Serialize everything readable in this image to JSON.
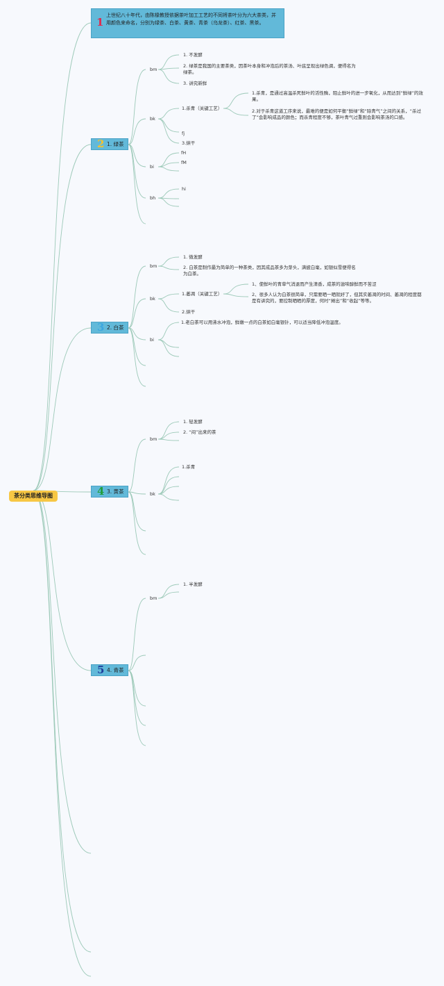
{
  "root": "茶分类思维导图",
  "intro": {
    "number": "1",
    "number_color": "#e0294d",
    "text": "上世纪八十年代，由陈椽教授依据茶叶加工工艺的不同将茶叶分为六大茶类，并用颜色来命名，分别为绿茶、白茶、黄茶、青茶（乌龙茶）、红茶、黑茶。"
  },
  "branches": [
    {
      "number": "2",
      "number_color": "#f1c232",
      "label": "1. 绿茶",
      "groups": [
        {
          "tag": "bm",
          "items": [
            "1. 不发酵",
            "2. 绿茶是我国的主要茶类，因茶叶本身和冲泡后的茶汤、叶底呈现出绿色调，便得名为绿茶。",
            "3. 讲究新鲜"
          ]
        },
        {
          "tag": "bk",
          "items": [
            "1.杀青（关键工艺）",
            "fj",
            "3.烘干"
          ],
          "details": [
            "1.杀青，是通过高温杀死鲜叶的活性酶，阻止鲜叶的进一步氧化，从而达到“鲜绿”的效果。",
            "2.对于杀青这道工序来说，最难的便是如何平衡“鲜绿”和“除青气”之间的关系，“杀过了”会影响成品的颜色；而杀青程度不够，茶叶青气过重则会影响茶汤的口感。"
          ]
        },
        {
          "tag": "bi",
          "items": [
            "fH",
            "fM"
          ]
        },
        {
          "tag": "bh",
          "items": [
            "hi"
          ]
        }
      ]
    },
    {
      "number": "3",
      "number_color": "#3da7e0",
      "label": "2. 白茶",
      "groups": [
        {
          "tag": "bm",
          "items": [
            "1. 微发酵",
            "2. 白茶是制作最为简单的一种茶类，因其成品茶多为芽头，满披白毫，如银似雪便得名为白茶。"
          ]
        },
        {
          "tag": "bk",
          "items": [
            "1.萎凋（关键工艺）",
            "2.烘干"
          ],
          "details": [
            "1、使鲜叶的青草气消退而产生清香，成茶的滋味醇鲜而不苦涩",
            "2、很多人认为白茶很简单，只需要晒一晒就好了，但其实萎凋的时间、萎凋的程度都是有讲究的，要控制晒晒的厚度，何时“摊出”和“收起”等等。"
          ]
        },
        {
          "tag": "bi",
          "items": [
            "1.老白茶可以用沸水冲泡，鲜嫩一点的白茶如白毫银针，可以适当降低冲泡温度。"
          ]
        }
      ]
    },
    {
      "number": "4",
      "number_color": "#1f9d3a",
      "label": "3. 黄茶",
      "groups": [
        {
          "tag": "bm",
          "items": [
            "1. 轻发酵",
            "2. “闷”出来的茶"
          ]
        },
        {
          "tag": "bk",
          "items": [
            "1.杀青"
          ]
        }
      ]
    },
    {
      "number": "5",
      "number_color": "#1f3f9d",
      "label": "4. 青茶",
      "groups": [
        {
          "tag": "bm",
          "items": [
            "1. 半发酵"
          ]
        }
      ]
    }
  ]
}
